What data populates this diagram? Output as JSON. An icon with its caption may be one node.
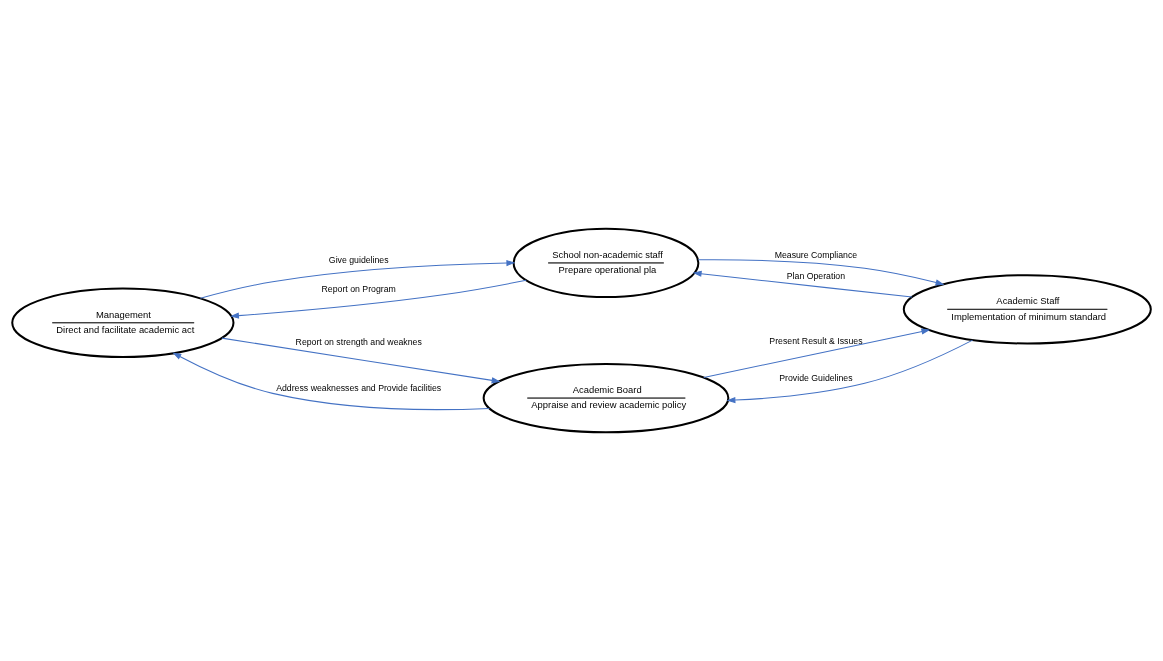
{
  "diagram": {
    "nodes": [
      {
        "text": [
          "Management",
          "Direct and facilitate academic act"
        ]
      },
      {
        "text": [
          "School non-academic staff",
          "Prepare operational pla"
        ]
      },
      {
        "text": [
          "Academic Board",
          "Appraise and review academic policy"
        ]
      },
      {
        "text": [
          "Academic Staff",
          "Implementation of minimum standard"
        ]
      }
    ],
    "edges": [
      {
        "from": 0,
        "to": 1,
        "arrow": "to",
        "label": "Give guidelines"
      },
      {
        "from": 1,
        "to": 0,
        "arrow": "to",
        "label": "Report on Program"
      },
      {
        "from": 3,
        "to": 1,
        "arrow": "to",
        "label": "Plan Operation"
      },
      {
        "from": 1,
        "to": 3,
        "arrow": "to",
        "label": "Measure Compliance"
      },
      {
        "from": 0,
        "to": 2,
        "arrow": "to",
        "label": "Report on strength and weaknes"
      },
      {
        "from": 2,
        "to": 0,
        "arrow": "to",
        "label": "Address weaknesses and Provide facilities"
      },
      {
        "from": 2,
        "to": 3,
        "arrow": "to",
        "label": "Present Result & Issues"
      },
      {
        "from": 3,
        "to": 2,
        "arrow": "to",
        "label": "Provide Guidelines"
      }
    ]
  }
}
